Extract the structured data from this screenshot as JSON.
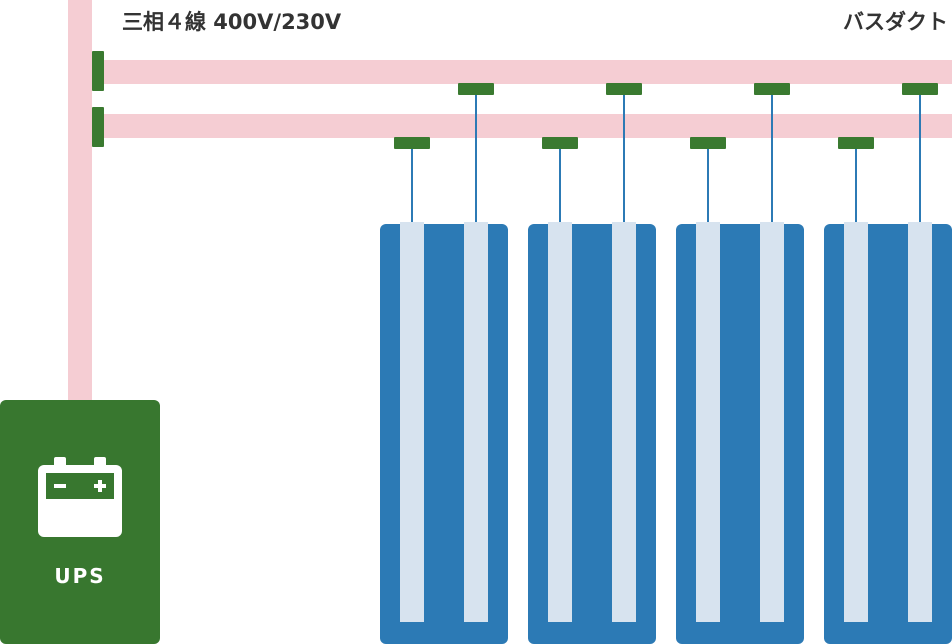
{
  "header": {
    "left_label": "三相４線 400V/230V",
    "right_label": "バスダクト"
  },
  "ups": {
    "label": "UPS",
    "icon": "battery-icon"
  },
  "colors": {
    "busduct": "#f5cdd3",
    "tap_box": "#3a7a30",
    "rack": "#2c7ab5",
    "pdu": "#d7e3ef",
    "ups": "#38772f"
  },
  "racks": [
    {
      "pdu_count": 2
    },
    {
      "pdu_count": 2
    },
    {
      "pdu_count": 2
    },
    {
      "pdu_count": 2
    }
  ]
}
